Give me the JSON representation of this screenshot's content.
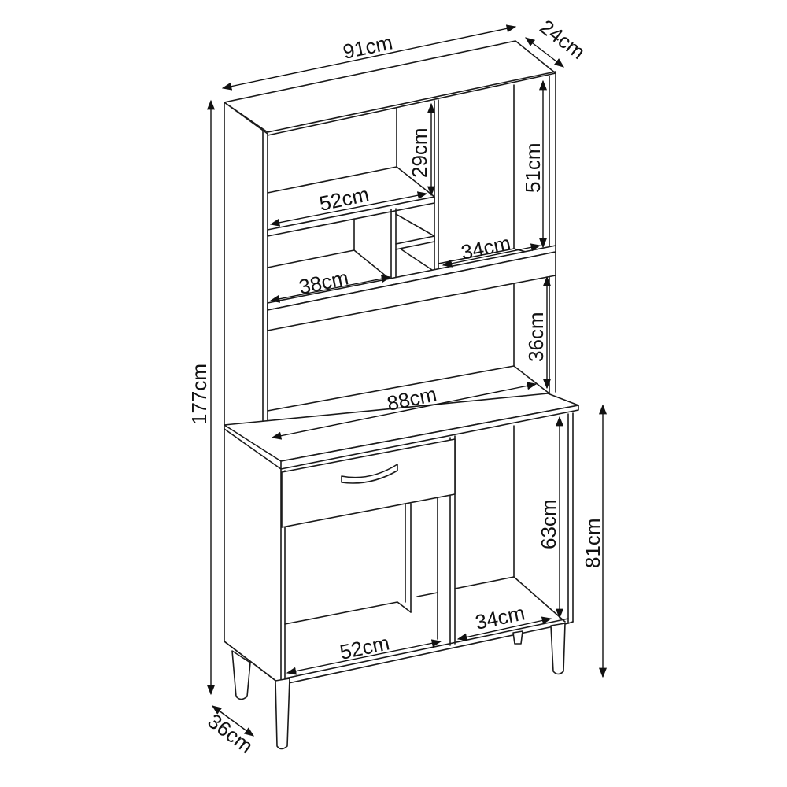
{
  "diagram": {
    "subject": "Kitchen cabinet with hutch",
    "line_color": "#1a1a1a",
    "background": "#ffffff",
    "dimensions": {
      "total_width": "91cm",
      "top_depth": "24cm",
      "total_height": "177cm",
      "base_depth": "36cm",
      "upper_left_niche_height": "29cm",
      "upper_left_shelf_width": "52cm",
      "upper_right_niche_height": "51cm",
      "upper_right_shelf_width": "34cm",
      "middle_left_shelf_width": "38cm",
      "open_area_height": "36cm",
      "countertop_width": "88cm",
      "base_right_niche_height": "63cm",
      "base_height": "81cm",
      "base_left_shelf_width": "52cm",
      "base_right_shelf_width": "34cm"
    }
  }
}
